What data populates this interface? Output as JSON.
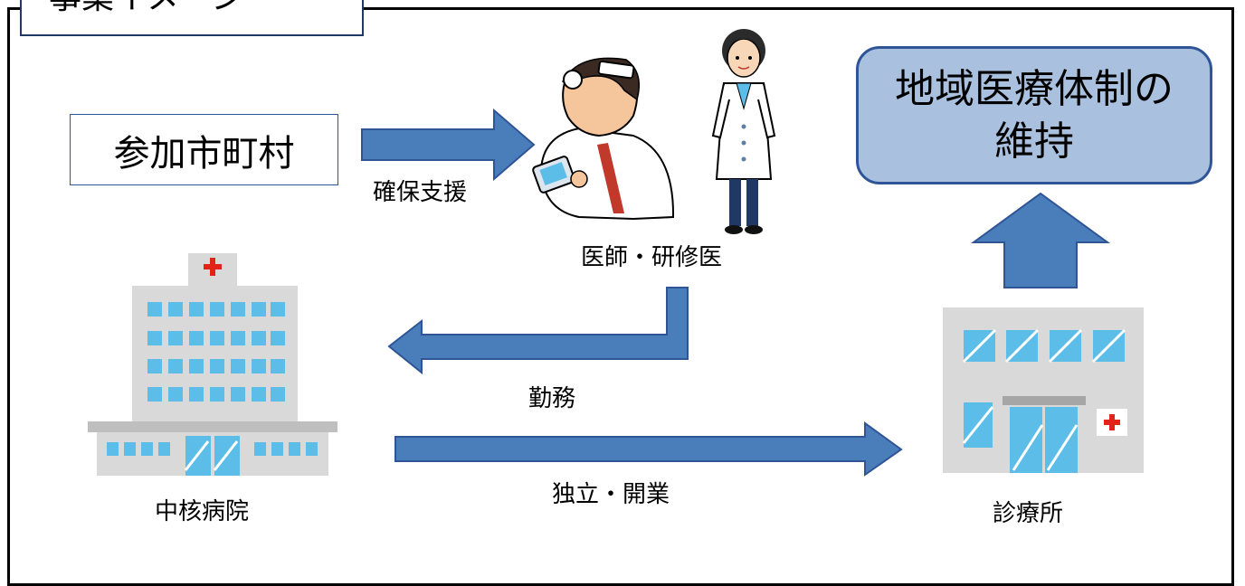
{
  "title": "事業イメージ",
  "participants": "参加市町村",
  "goal_line1": "地域医療体制の",
  "goal_line2": "維持",
  "arrow_support": "確保支援",
  "doctors": "医師・研修医",
  "arrow_work": "勤務",
  "core_hospital": "中核病院",
  "arrow_independence": "独立・開業",
  "clinic": "診療所",
  "colors": {
    "arrow_fill": "#4a7ebb",
    "arrow_stroke": "#2f5597",
    "goal_fill": "#a9c1df",
    "building_gray": "#d9d9d9",
    "window_blue": "#5bbde8",
    "red_cross": "#e2231a"
  }
}
